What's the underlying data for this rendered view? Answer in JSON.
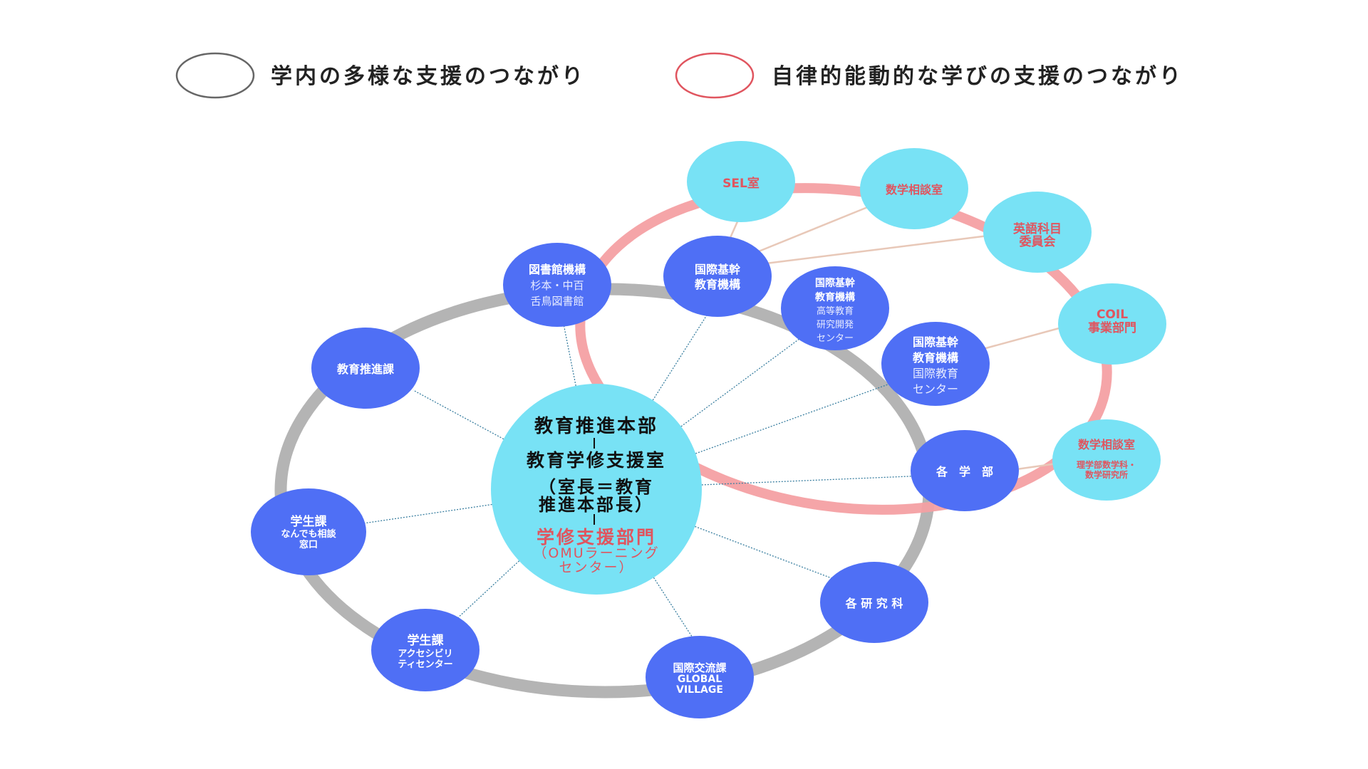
{
  "legend": {
    "gray_label": "学内の多様な支援のつながり",
    "red_label": "自律的能動的な学びの支援のつながり"
  },
  "colors": {
    "blue_node": "#4f6ff5",
    "cyan_node": "#78e2f5",
    "gray_ring": "#b4b4b4",
    "red_ring": "#f4a0a3",
    "red_text": "#e0555f"
  },
  "center": {
    "line1": "教育推進本部",
    "line2": "教育学修支援室",
    "line3": "（室長＝教育",
    "line4": "推進本部長）",
    "line5": "学修支援部門",
    "line6": "（OMUラーニング",
    "line7": "センター）"
  },
  "red_nodes": {
    "sel": "SEL室",
    "math1": "数学相談室",
    "english1": "英語科目",
    "english2": "委員会",
    "coil1": "COIL",
    "coil2": "事業部門",
    "math2_title": "数学相談室",
    "math2_sub1": "理学部数学科・",
    "math2_sub2": "数学研究所"
  },
  "blue_nodes": {
    "library": [
      "図書館機構",
      "杉本・中百",
      "舌鳥図書館"
    ],
    "kokusai1": [
      "国際基幹",
      "教育機構"
    ],
    "kokusai2": [
      "国際基幹",
      "教育機構",
      "高等教育",
      "研究開発",
      "センター"
    ],
    "kokusai3": [
      "国際基幹",
      "教育機構",
      "国際教育",
      "センター"
    ],
    "suishin": "教育推進課",
    "gakubu": "各　学　部",
    "gakusei1": [
      "学生課",
      "なんでも相談",
      "窓口"
    ],
    "gakusei2": [
      "学生課",
      "アクセシビリ",
      "ティセンター"
    ],
    "kouryu": [
      "国際交流課",
      "GLOBAL",
      "VILLAGE"
    ],
    "kenkyuka": "各 研 究 科"
  }
}
